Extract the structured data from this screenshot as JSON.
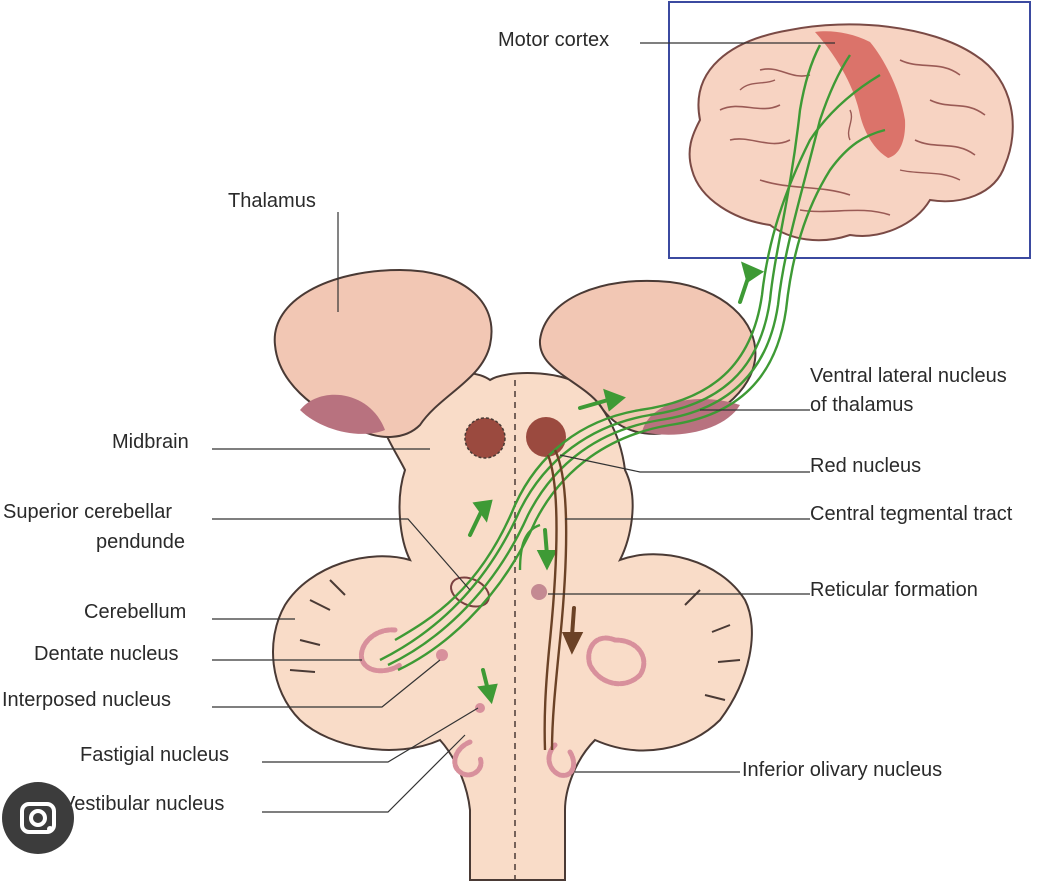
{
  "labels": {
    "motor_cortex": "Motor cortex",
    "thalamus": "Thalamus",
    "midbrain": "Midbrain",
    "superior_cerebellar_1": "Superior cerebellar",
    "superior_cerebellar_2": "pendunde",
    "cerebellum": "Cerebellum",
    "dentate": "Dentate nucleus",
    "interposed": "Interposed nucleus",
    "fastigial": "Fastigial nucleus",
    "vestibular": "Vestibular nucleus",
    "ventral_lateral_1": "Ventral lateral nucleus",
    "ventral_lateral_2": "of thalamus",
    "red_nucleus": "Red nucleus",
    "central_tegmental": "Central tegmental tract",
    "reticular": "Reticular formation",
    "inferior_olivary": "Inferior olivary nucleus"
  },
  "colors": {
    "tissue": "#f9dcc8",
    "tissue_outline": "#4a3a35",
    "thalamus": "#f2c7b4",
    "ventral_lateral": "#b8727f",
    "red_nucleus": "#9b4a3f",
    "pathway": "#3e9a35",
    "tegmental": "#6b4226",
    "cortex_highlight": "#d6625a",
    "box": "#3b4aa0",
    "nucleus": "#d8909c"
  },
  "icons": {
    "lens": "google-lens-icon"
  }
}
